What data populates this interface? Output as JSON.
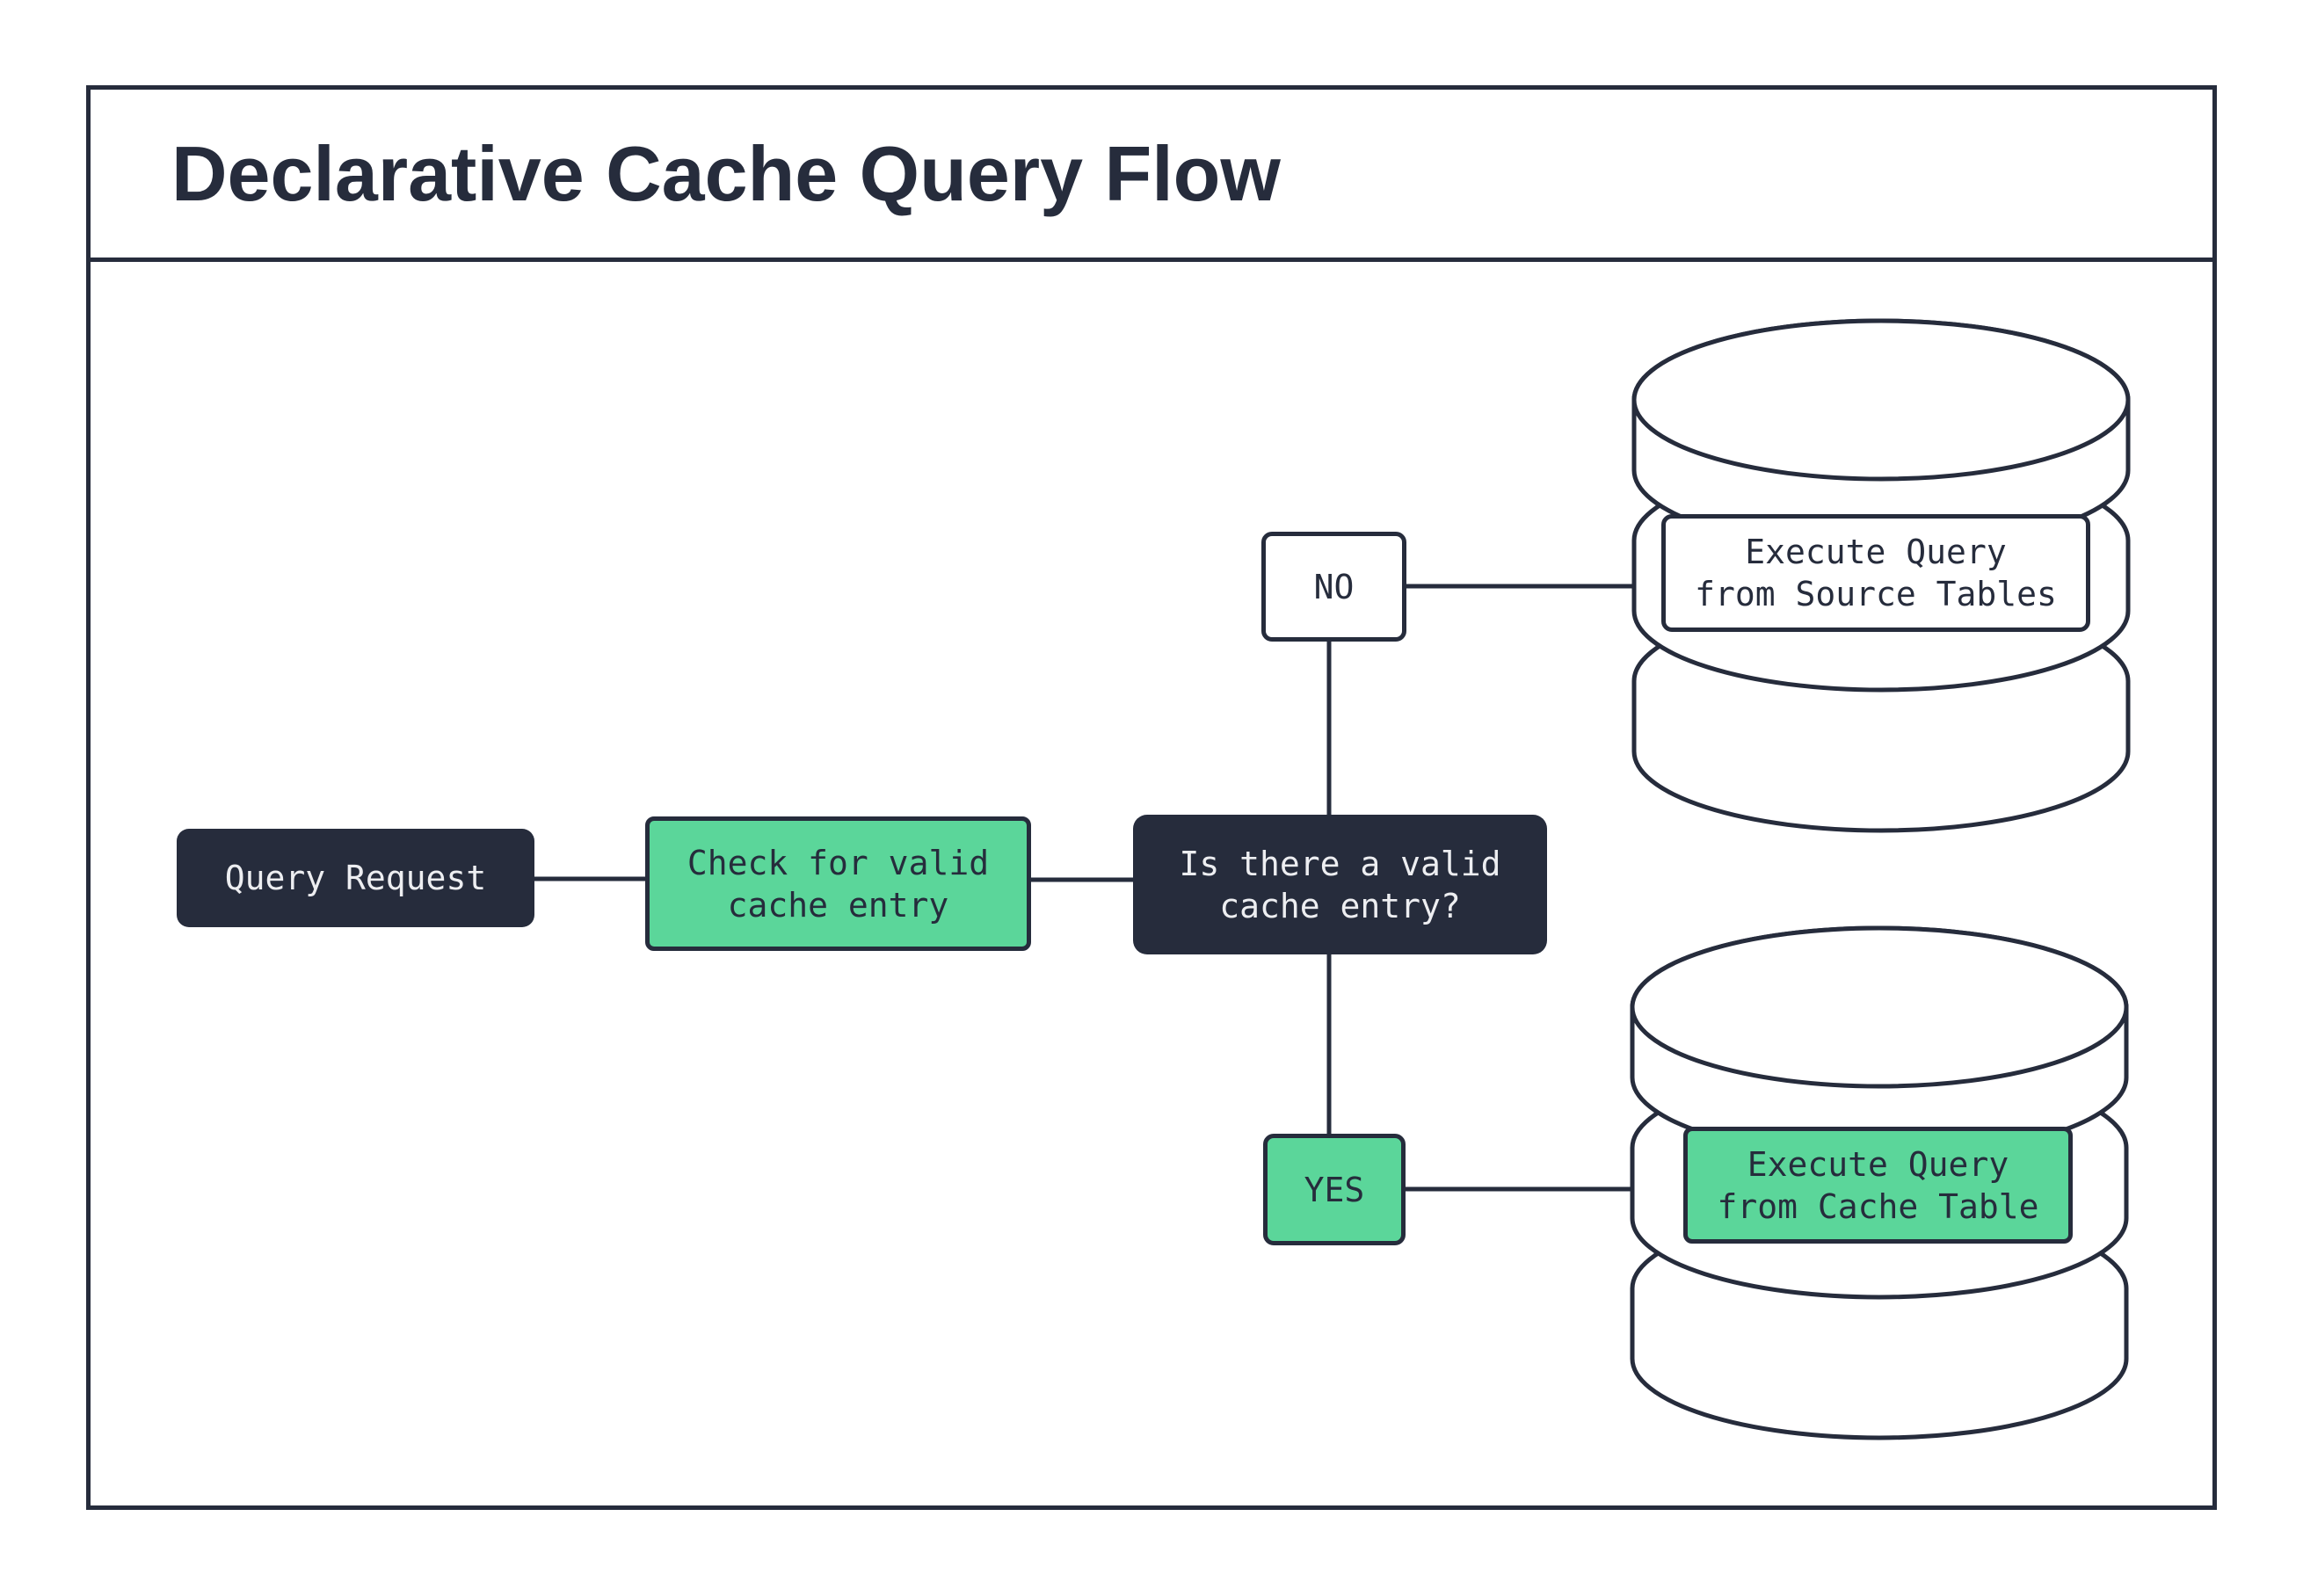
{
  "title": "Declarative Cache Query Flow",
  "colors": {
    "ink": "#262c3c",
    "green": "#5bd69a",
    "paper": "#ffffff",
    "light_text": "#edeef1"
  },
  "nodes": {
    "query_request": {
      "label": "Query Request"
    },
    "check_cache": {
      "lines": [
        "Check for valid",
        "cache entry"
      ]
    },
    "decision": {
      "lines": [
        "Is there a valid",
        "cache entry?"
      ]
    },
    "branch_no": {
      "label": "NO"
    },
    "branch_yes": {
      "label": "YES"
    },
    "execute_source": {
      "lines": [
        "Execute Query",
        "from Source Tables"
      ]
    },
    "execute_cache": {
      "lines": [
        "Execute Query",
        "from Cache Table"
      ]
    }
  }
}
